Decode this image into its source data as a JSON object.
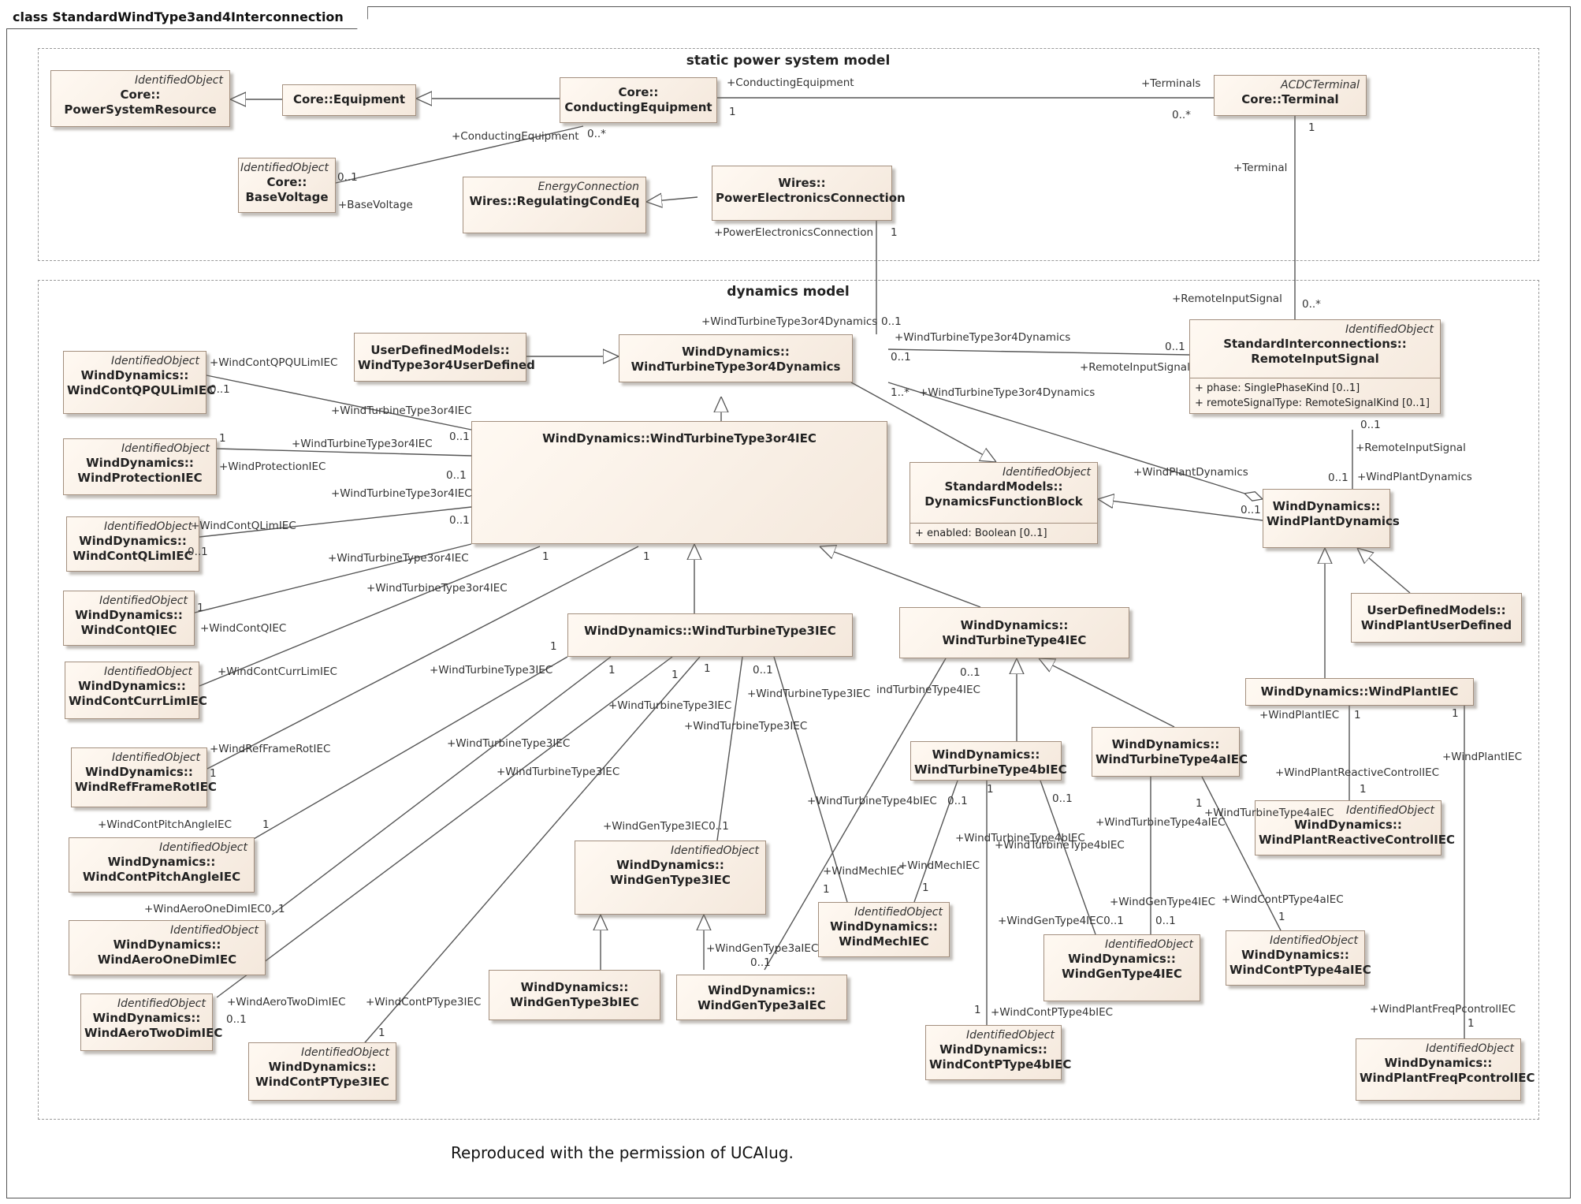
{
  "diagram_title": "class StandardWindType3and4Interconnection",
  "packages": [
    {
      "id": "static",
      "title": "static power system model"
    },
    {
      "id": "dynamics",
      "title": "dynamics model"
    }
  ],
  "caption": "Reproduced with the permission of UCAIug.",
  "classes": [
    {
      "id": "psr",
      "stereotype": "IdentifiedObject",
      "name": "Core::\nPowerSystemResource"
    },
    {
      "id": "equip",
      "stereotype": "",
      "name": "Core::Equipment"
    },
    {
      "id": "condeq",
      "stereotype": "",
      "name": "Core::\nConductingEquipment"
    },
    {
      "id": "terminal",
      "stereotype": "ACDCTerminal",
      "name": "Core::Terminal"
    },
    {
      "id": "basev",
      "stereotype": "IdentifiedObject",
      "name": "Core::\nBaseVoltage"
    },
    {
      "id": "regcond",
      "stereotype": "EnergyConnection",
      "name": "Wires::RegulatingCondEq"
    },
    {
      "id": "pec",
      "stereotype": "",
      "name": "Wires::\nPowerElectronicsConnection"
    },
    {
      "id": "udt34",
      "stereotype": "",
      "name": "UserDefinedModels::\nWindType3or4UserDefined"
    },
    {
      "id": "wt34dyn",
      "stereotype": "",
      "name": "WindDynamics::\nWindTurbineType3or4Dynamics"
    },
    {
      "id": "ris",
      "stereotype": "IdentifiedObject",
      "name": "StandardInterconnections::\nRemoteInputSignal",
      "attributes": [
        "+   phase: SinglePhaseKind [0..1]",
        "+   remoteSignalType: RemoteSignalKind [0..1]"
      ]
    },
    {
      "id": "qpqu",
      "stereotype": "IdentifiedObject",
      "name": "WindDynamics::\nWindContQPQULimIEC"
    },
    {
      "id": "prot",
      "stereotype": "IdentifiedObject",
      "name": "WindDynamics::\nWindProtectionIEC"
    },
    {
      "id": "qlim",
      "stereotype": "IdentifiedObject",
      "name": "WindDynamics::\nWindContQLimIEC"
    },
    {
      "id": "contq",
      "stereotype": "IdentifiedObject",
      "name": "WindDynamics::\nWindContQIEC"
    },
    {
      "id": "currlim",
      "stereotype": "IdentifiedObject",
      "name": "WindDynamics::\nWindContCurrLimIEC"
    },
    {
      "id": "refframe",
      "stereotype": "IdentifiedObject",
      "name": "WindDynamics::\nWindRefFrameRotIEC"
    },
    {
      "id": "pitch",
      "stereotype": "IdentifiedObject",
      "name": "WindDynamics::\nWindContPitchAngleIEC"
    },
    {
      "id": "aero1",
      "stereotype": "IdentifiedObject",
      "name": "WindDynamics::\nWindAeroOneDimIEC"
    },
    {
      "id": "aero2",
      "stereotype": "IdentifiedObject",
      "name": "WindDynamics::\nWindAeroTwoDimIEC"
    },
    {
      "id": "contp3",
      "stereotype": "IdentifiedObject",
      "name": "WindDynamics::\nWindContPType3IEC"
    },
    {
      "id": "wt34iec",
      "stereotype": "",
      "name": "WindDynamics::WindTurbineType3or4IEC"
    },
    {
      "id": "dfb",
      "stereotype": "IdentifiedObject",
      "name": "StandardModels::\nDynamicsFunctionBlock",
      "attributes": [
        "+   enabled: Boolean [0..1]"
      ]
    },
    {
      "id": "wpd",
      "stereotype": "",
      "name": "WindDynamics::\nWindPlantDynamics"
    },
    {
      "id": "wt3",
      "stereotype": "",
      "name": "WindDynamics::WindTurbineType3IEC"
    },
    {
      "id": "wt4",
      "stereotype": "",
      "name": "WindDynamics::\nWindTurbineType4IEC"
    },
    {
      "id": "wpud",
      "stereotype": "",
      "name": "UserDefinedModels::\nWindPlantUserDefined"
    },
    {
      "id": "wpiec",
      "stereotype": "",
      "name": "WindDynamics::WindPlantIEC"
    },
    {
      "id": "gen3",
      "stereotype": "IdentifiedObject",
      "name": "WindDynamics::\nWindGenType3IEC"
    },
    {
      "id": "gen3b",
      "stereotype": "",
      "name": "WindDynamics::\nWindGenType3bIEC"
    },
    {
      "id": "gen3a",
      "stereotype": "",
      "name": "WindDynamics::\nWindGenType3aIEC"
    },
    {
      "id": "mech",
      "stereotype": "IdentifiedObject",
      "name": "WindDynamics::\nWindMechIEC"
    },
    {
      "id": "wt4b",
      "stereotype": "",
      "name": "WindDynamics::\nWindTurbineType4bIEC"
    },
    {
      "id": "wt4a",
      "stereotype": "",
      "name": "WindDynamics::\nWindTurbineType4aIEC"
    },
    {
      "id": "gen4",
      "stereotype": "IdentifiedObject",
      "name": "WindDynamics::\nWindGenType4IEC"
    },
    {
      "id": "contp4b",
      "stereotype": "IdentifiedObject",
      "name": "WindDynamics::\nWindContPType4bIEC"
    },
    {
      "id": "contp4a",
      "stereotype": "IdentifiedObject",
      "name": "WindDynamics::\nWindContPType4aIEC"
    },
    {
      "id": "wprc",
      "stereotype": "IdentifiedObject",
      "name": "WindDynamics::\nWindPlantReactiveControlIEC"
    },
    {
      "id": "wpfp",
      "stereotype": "IdentifiedObject",
      "name": "WindDynamics::\nWindPlantFreqPcontrolIEC"
    }
  ],
  "labels": [
    "+ConductingEquipment",
    "1",
    "+Terminals",
    "0..*",
    "+ConductingEquipment",
    "0..*",
    "0..1",
    "+BaseVoltage",
    "1",
    "+Terminal",
    "+PowerElectronicsConnection",
    "1",
    "+RemoteInputSignal",
    "0..*",
    "+WindTurbineType3or4Dynamics",
    "0..1",
    "+WindTurbineType3or4Dynamics",
    "0..1",
    "0..1",
    "+RemoteInputSignal",
    "1..*",
    "+WindTurbineType3or4Dynamics",
    "+WindPlantDynamics",
    "0..1",
    "0..1",
    "+RemoteInputSignal",
    "0..1",
    "+WindPlantDynamics",
    "+WindContQPQULimIEC",
    "0..1",
    "+WindTurbineType3or4IEC",
    "0..1",
    "1",
    "+WindTurbineType3or4IEC",
    "+WindProtectionIEC",
    "0..1",
    "+WindTurbineType3or4IEC",
    "+WindContQLimIEC",
    "0..1",
    "0..1",
    "+WindTurbineType3or4IEC",
    "1",
    "1",
    "+WindContQIEC",
    "+WindTurbineType3or4IEC",
    "1",
    "+WindContCurrLimIEC",
    "+WindRefFrameRotIEC",
    "1",
    "+WindTurbineType3IEC",
    "1",
    "1",
    "1",
    "1",
    "0..1",
    "+WindTurbineType3IEC",
    "+WindTurbineType3IEC",
    "+WindTurbineType3IEC",
    "+WindTurbineType3IEC",
    "+WindTurbineType3IEC",
    "+WindContPitchAngleIEC",
    "1",
    "+WindAeroOneDimIEC0..1",
    "+WindAeroTwoDimIEC",
    "0..1",
    "+WindContPType3IEC",
    "1",
    "+WindGenType3IEC0..1",
    "+WindMechIEC",
    "1",
    "+WindMechIEC",
    "1",
    "+WindGenType3aIEC",
    "0..1",
    "0..1",
    "indTurbineType4IEC",
    "+WindTurbineType4bIEC",
    "0..1",
    "0..1",
    "+WindTurbineType4bIEC",
    "+WindTurbineType4bIEC",
    "1",
    "+WindTurbineType4aIEC",
    "1",
    "+WindTurbineType4aIEC",
    "+WindGenType4IEC",
    "+WindGenType4IEC0..1",
    "0..1",
    "+WindContPType4aIEC",
    "1",
    "1",
    "+WindContPType4bIEC",
    "+WindPlantIEC",
    "1",
    "1",
    "+WindPlantIEC",
    "+WindPlantReactiveControlIEC",
    "1",
    "+WindPlantFreqPcontrolIEC",
    "1"
  ]
}
